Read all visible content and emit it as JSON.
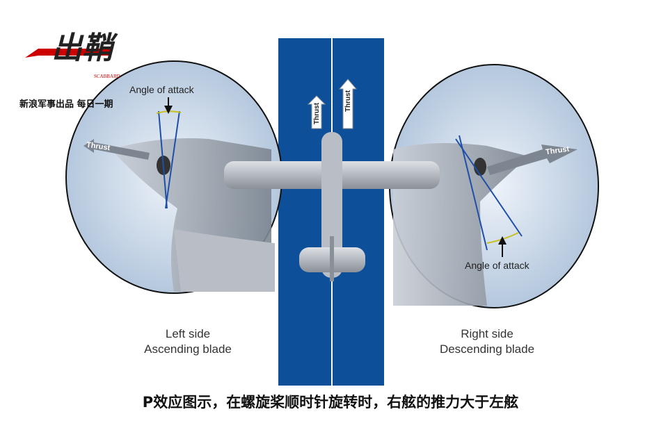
{
  "logo": {
    "text": "出鞘",
    "subtitle": "SCABBARD",
    "publisher": "新浪军事出品 每日一期"
  },
  "left_panel": {
    "angle_label": "Angle of attack",
    "thrust_label": "Thrust",
    "caption_line1": "Left side",
    "caption_line2": "Ascending blade"
  },
  "right_panel": {
    "angle_label": "Angle of attack",
    "thrust_label": "Thrust",
    "caption_line1": "Right side",
    "caption_line2": "Descending blade"
  },
  "plane": {
    "thrust_left": "Thrust",
    "thrust_right": "Thrust"
  },
  "caption": "P效应图示，在螺旋桨顺时针旋转时，右舷的推力大于左舷",
  "colors": {
    "runway": "#0d4f99",
    "blade_line": "#1f4fa8",
    "arc": "#c8c020",
    "logo_red": "#cc0000"
  }
}
